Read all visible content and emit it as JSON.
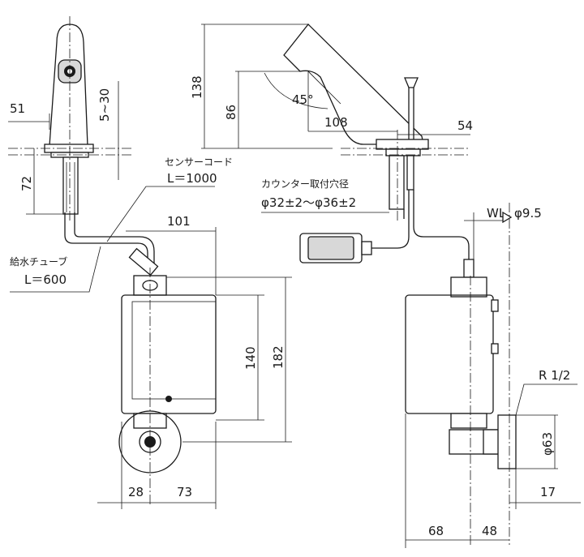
{
  "dimensions": {
    "d51": "51",
    "d5to30": "5~30",
    "d72": "72",
    "d101": "101",
    "d140": "140",
    "d182": "182",
    "d28": "28",
    "d73": "73",
    "d138": "138",
    "d86": "86",
    "d45deg": "45°",
    "d108": "108",
    "d54": "54",
    "dWL": "WL",
    "dphi95": "φ9.5",
    "dR12": "R 1/2",
    "dphi63": "φ63",
    "d17": "17",
    "d68": "68",
    "d48": "48"
  },
  "labels": {
    "sensor_cord": "センサーコード",
    "sensor_cord_len": "L＝1000",
    "counter_hole": "カウンター取付穴径",
    "counter_hole_size": "φ32±2～φ36±2",
    "supply_tube": "給水チューブ",
    "supply_tube_len": "L＝600"
  }
}
